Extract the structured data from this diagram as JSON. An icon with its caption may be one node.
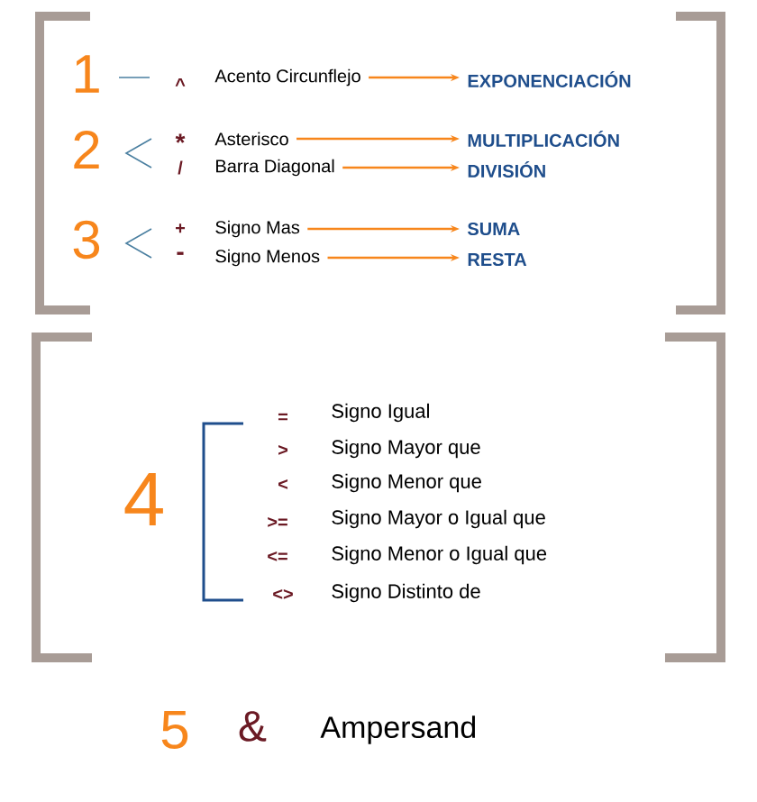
{
  "diagram": {
    "nodes": [
      {
        "text": [
          "Acento Circunflejo"
        ]
      },
      {
        "text": [
          "EXPONENCIACIÓN"
        ]
      },
      {
        "text": [
          "Asterisco"
        ]
      },
      {
        "text": [
          "MULTIPLICACIÓN"
        ]
      },
      {
        "text": [
          "Barra Diagonal"
        ]
      },
      {
        "text": [
          "DIVISIÓN"
        ]
      },
      {
        "text": [
          "Signo Mas"
        ]
      },
      {
        "text": [
          "SUMA"
        ]
      },
      {
        "text": [
          "Signo Menos"
        ]
      },
      {
        "text": [
          "RESTA"
        ]
      }
    ],
    "edges": [
      {
        "from": 0,
        "to": 1,
        "arrow": "to"
      },
      {
        "from": 2,
        "to": 3,
        "arrow": "to"
      },
      {
        "from": 4,
        "to": 5,
        "arrow": "to"
      },
      {
        "from": 6,
        "to": 7,
        "arrow": "to"
      },
      {
        "from": 8,
        "to": 9,
        "arrow": "to"
      }
    ],
    "labels": [
      "1",
      "^",
      "2",
      "*",
      "/",
      "3",
      "+",
      "-",
      "4",
      "=",
      "Signo Igual",
      ">",
      "Signo Mayor que",
      "<",
      "Signo Menor que",
      ">=",
      "Signo Mayor o Igual que",
      "<=",
      "Signo Menor o Igual que",
      "<>",
      "Signo Distinto de",
      "5",
      "&",
      "Ampersand"
    ]
  }
}
